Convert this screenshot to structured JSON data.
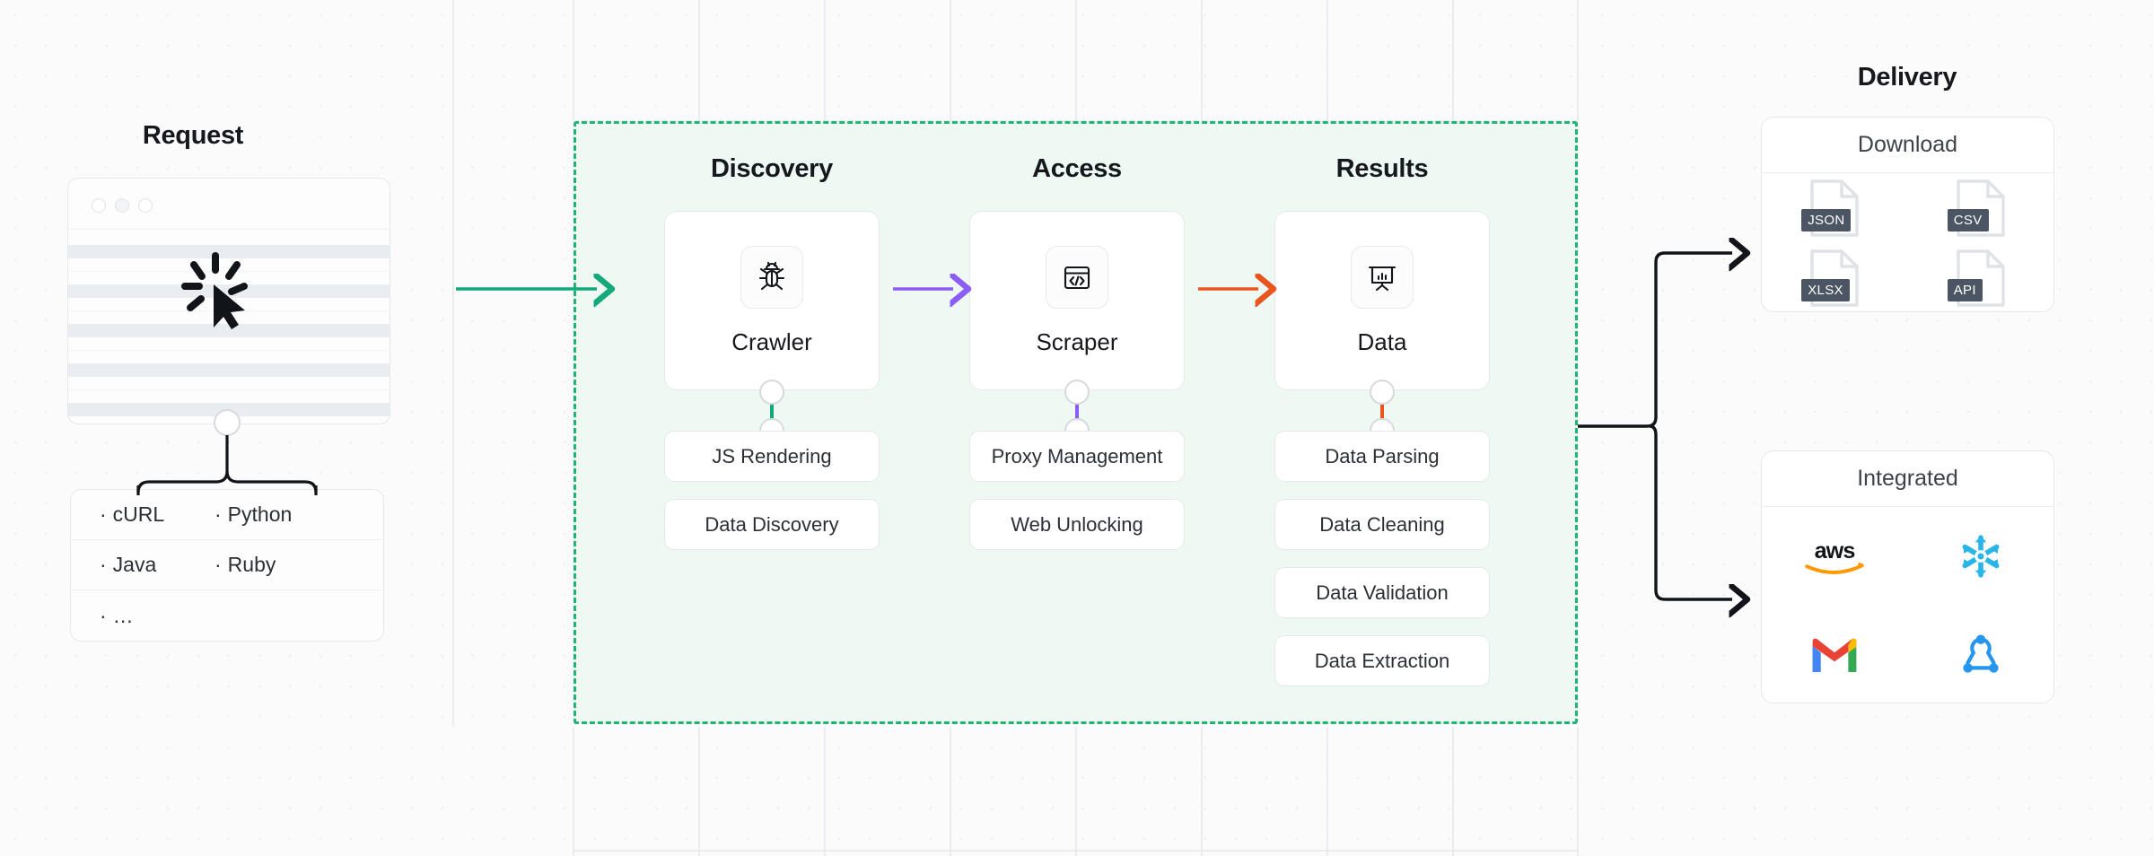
{
  "request": {
    "title": "Request",
    "browser_dots": [
      "dot-1",
      "dot-2",
      "dot-3"
    ],
    "cursor_icon": "click-cursor-icon",
    "languages": [
      [
        "cURL",
        "Python"
      ],
      [
        "Java",
        "Ruby"
      ],
      [
        "…",
        ""
      ]
    ],
    "bullet": "·"
  },
  "pipeline": {
    "columns": [
      {
        "title": "Discovery",
        "node": {
          "label": "Crawler",
          "icon": "bug-icon"
        },
        "accent": "#13a97b",
        "items": [
          "JS Rendering",
          "Data Discovery"
        ]
      },
      {
        "title": "Access",
        "node": {
          "label": "Scraper",
          "icon": "code-window-icon"
        },
        "accent": "#8b5cf6",
        "items": [
          "Proxy Management",
          "Web Unlocking"
        ]
      },
      {
        "title": "Results",
        "node": {
          "label": "Data",
          "icon": "presentation-chart-icon"
        },
        "accent": "#e8551f",
        "items": [
          "Data Parsing",
          "Data Cleaning",
          "Data Validation",
          "Data Extraction"
        ]
      }
    ],
    "arrows": [
      {
        "name": "request-to-discovery",
        "color": "#13a97b"
      },
      {
        "name": "crawler-to-scraper",
        "color": "#8b5cf6"
      },
      {
        "name": "scraper-to-data",
        "color": "#e8551f"
      }
    ],
    "zone_border_color": "#21b573",
    "zone_fill_color": "#eff9f3"
  },
  "delivery": {
    "title": "Delivery",
    "download": {
      "heading": "Download",
      "formats": [
        "JSON",
        "CSV",
        "XLSX",
        "API"
      ]
    },
    "integrated": {
      "heading": "Integrated",
      "logos": [
        "aws-logo",
        "snowflake-logo",
        "gmail-logo",
        "webhook-logo"
      ]
    },
    "connector": {
      "name": "data-to-delivery-connector",
      "color": "#111418"
    }
  }
}
